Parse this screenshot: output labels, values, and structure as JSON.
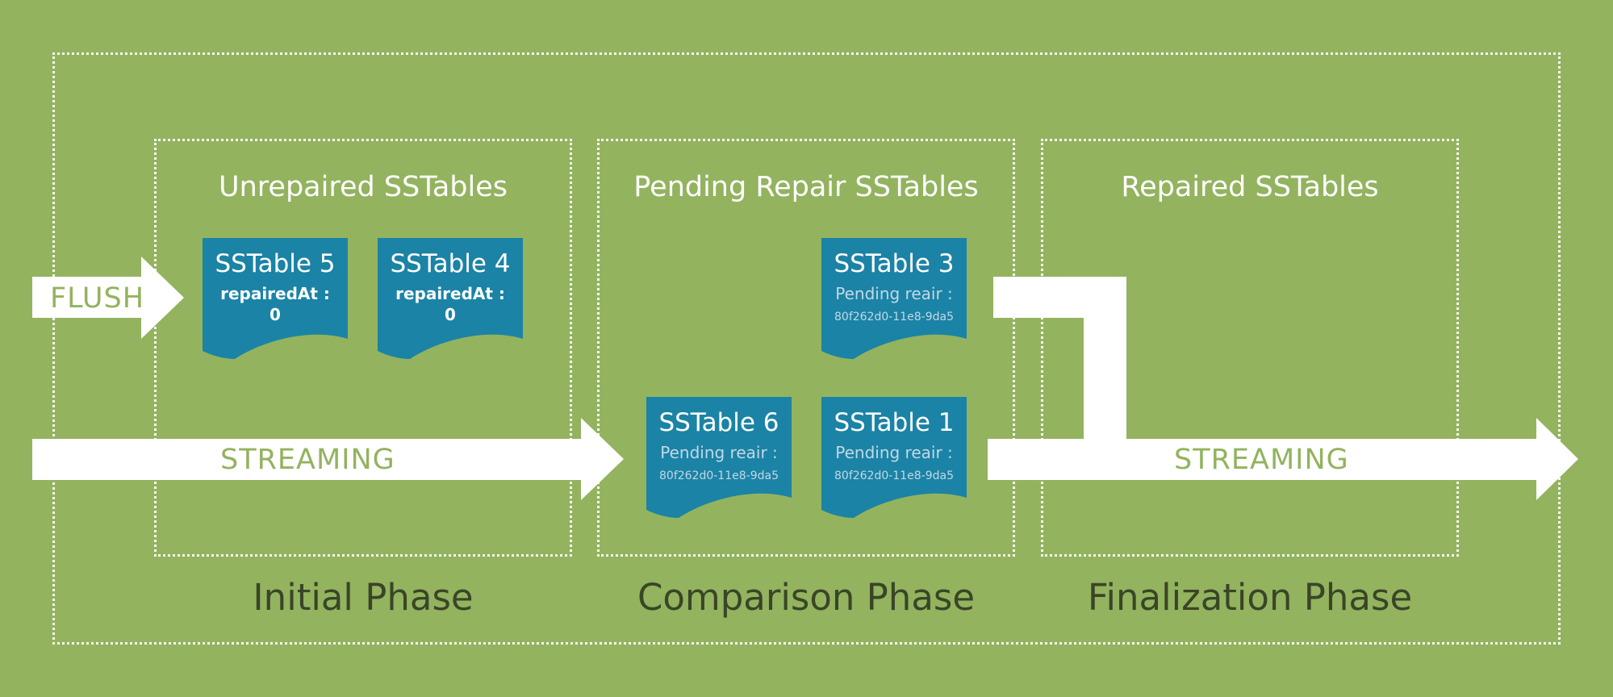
{
  "colors": {
    "background": "#93b35f",
    "sstable_fill": "#1b83a5",
    "arrow_fill": "#ffffff",
    "arrow_text": "#93b35f",
    "phase_text": "#3a4527"
  },
  "regions": [
    {
      "title": "Unrepaired SSTables",
      "phase": "Initial Phase"
    },
    {
      "title": "Pending Repair SSTables",
      "phase": "Comparison Phase"
    },
    {
      "title": "Repaired SSTables",
      "phase": "Finalization Phase"
    }
  ],
  "arrows": {
    "flush": "FLUSH",
    "streaming_in": "STREAMING",
    "streaming_out": "STREAMING"
  },
  "sstables": [
    {
      "name": "SSTable 5",
      "field": "repairedAt :",
      "value": "0"
    },
    {
      "name": "SSTable 4",
      "field": "repairedAt :",
      "value": "0"
    },
    {
      "name": "SSTable 3",
      "field": "Pending reair :",
      "value": "80f262d0-11e8-9da5"
    },
    {
      "name": "SSTable 6",
      "field": "Pending reair :",
      "value": "80f262d0-11e8-9da5"
    },
    {
      "name": "SSTable 1",
      "field": "Pending reair :",
      "value": "80f262d0-11e8-9da5"
    }
  ]
}
